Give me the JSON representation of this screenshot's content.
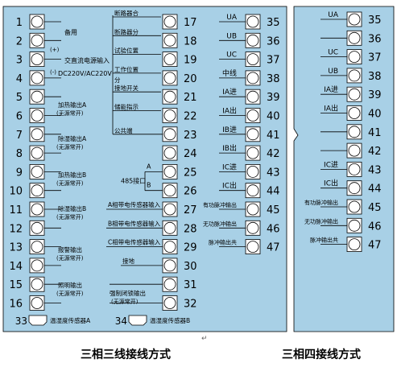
{
  "colors": {
    "panel": "#a8d0e6",
    "line": "#000000",
    "terminal": "#ffffff"
  },
  "left_panel": {
    "col_a": [
      {
        "n": "1",
        "label": "备用"
      },
      {
        "n": "2",
        "label": ""
      },
      {
        "n": "3",
        "label": "交直流电源输入"
      },
      {
        "n": "4",
        "label": "DC220V/AC220V"
      },
      {
        "n": "5",
        "label": ""
      },
      {
        "n": "6",
        "label": "加热输出A"
      },
      {
        "n": "7",
        "label": "除湿输出A"
      },
      {
        "n": "8",
        "label": ""
      },
      {
        "n": "9",
        "label": "加热输出B"
      },
      {
        "n": "10",
        "label": ""
      },
      {
        "n": "11",
        "label": "除湿输出B"
      },
      {
        "n": "12",
        "label": ""
      },
      {
        "n": "13",
        "label": "报警输出"
      },
      {
        "n": "14",
        "label": ""
      },
      {
        "n": "15",
        "label": "照明输出"
      },
      {
        "n": "16",
        "label": ""
      }
    ],
    "col_a_sub": {
      "6": "(无源常开)",
      "7": "(无源常开)",
      "9": "(无源常开)",
      "11": "(无源常开)",
      "13": "(无源常开)",
      "15": "(无源常开)"
    },
    "polarity_plus": "(+)",
    "polarity_minus": "(-)",
    "col_b": [
      {
        "n": "17",
        "label": "断路器合"
      },
      {
        "n": "18",
        "label": "断路器分"
      },
      {
        "n": "19",
        "label": "试验位置"
      },
      {
        "n": "20",
        "label": "工作位置"
      },
      {
        "n": "21",
        "label": "接地开关"
      },
      {
        "n": "22",
        "label": "储能指示"
      },
      {
        "n": "23",
        "label": "公共端"
      },
      {
        "n": "24",
        "label": ""
      },
      {
        "n": "25",
        "label": "A"
      },
      {
        "n": "26",
        "label": "B"
      },
      {
        "n": "27",
        "label": "A相带电传感器输入"
      },
      {
        "n": "28",
        "label": "B相带电传感器输入"
      },
      {
        "n": "29",
        "label": "C相带电传感器输入"
      },
      {
        "n": "30",
        "label": "接地"
      },
      {
        "n": "31",
        "label": "强制闭锁输出"
      },
      {
        "n": "32",
        "label": ""
      }
    ],
    "col_b_extra": {
      "closed_20": "分",
      "rs485": "485接口",
      "sub_31": "(无源常开)"
    },
    "col_c": [
      {
        "n": "35",
        "label": "UA"
      },
      {
        "n": "36",
        "label": "UB"
      },
      {
        "n": "37",
        "label": "UC"
      },
      {
        "n": "38",
        "label": "中线"
      },
      {
        "n": "39",
        "label": "IA进"
      },
      {
        "n": "40",
        "label": "IA出"
      },
      {
        "n": "41",
        "label": "IB进"
      },
      {
        "n": "42",
        "label": "IB出"
      },
      {
        "n": "43",
        "label": "IC进"
      },
      {
        "n": "44",
        "label": "IC出"
      },
      {
        "n": "45",
        "label": "有功脉冲输出"
      },
      {
        "n": "46",
        "label": "无功脉冲输出"
      },
      {
        "n": "47",
        "label": "脉冲输出共"
      }
    ],
    "sensors": [
      {
        "n": "33",
        "label": "温湿度传感器A"
      },
      {
        "n": "34",
        "label": "温湿度传感器B"
      }
    ]
  },
  "right_panel": {
    "rows": [
      {
        "n": "35",
        "label": "UA"
      },
      {
        "n": "36",
        "label": ""
      },
      {
        "n": "37",
        "label": "UC"
      },
      {
        "n": "38",
        "label": "UB"
      },
      {
        "n": "39",
        "label": "IA进"
      },
      {
        "n": "40",
        "label": "IA出"
      },
      {
        "n": "41",
        "label": ""
      },
      {
        "n": "42",
        "label": ""
      },
      {
        "n": "43",
        "label": "IC进"
      },
      {
        "n": "44",
        "label": "IC出"
      },
      {
        "n": "45",
        "label": "有功脉冲输出"
      },
      {
        "n": "46",
        "label": "无功脉冲输出"
      },
      {
        "n": "47",
        "label": "脉冲输出共"
      }
    ]
  },
  "captions": {
    "left": "三相三线接线方式",
    "right": "三相四接线方式"
  },
  "enter_mark": "↵"
}
